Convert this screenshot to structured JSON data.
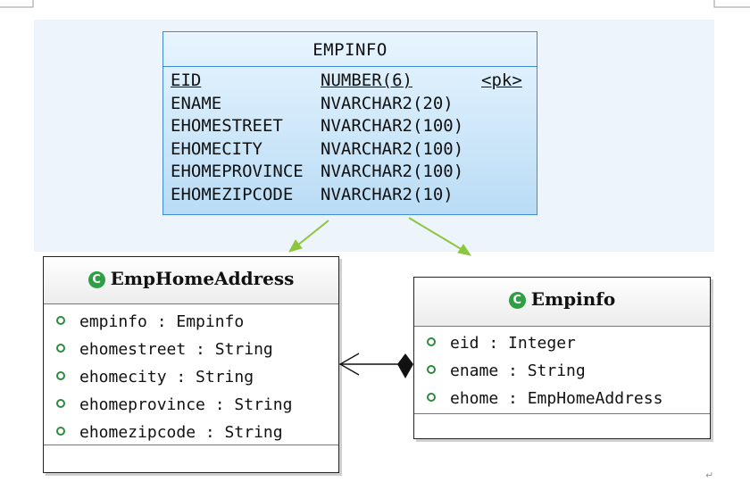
{
  "colors": {
    "table_border": "#3d8bd6",
    "table_fill": "#b9dcf5",
    "arrow": "#8cc63f",
    "class_icon": "#2f9e44"
  },
  "er_table": {
    "title": "EMPINFO",
    "rows": [
      {
        "column": "EID",
        "type": "NUMBER(6)",
        "key": "<pk>"
      },
      {
        "column": "ENAME",
        "type": "NVARCHAR2(20)",
        "key": ""
      },
      {
        "column": "EHOMESTREET",
        "type": "NVARCHAR2(100)",
        "key": ""
      },
      {
        "column": "EHOMECITY",
        "type": "NVARCHAR2(100)",
        "key": ""
      },
      {
        "column": "EHOMEPROVINCE",
        "type": "NVARCHAR2(100)",
        "key": ""
      },
      {
        "column": "EHOMEZIPCODE",
        "type": "NVARCHAR2(10)",
        "key": ""
      }
    ]
  },
  "class_emphomeaddress": {
    "icon": "class-icon",
    "icon_glyph": "C",
    "name": "EmpHomeAddress",
    "attributes": [
      "empinfo : Empinfo",
      "ehomestreet : String",
      "ehomecity : String",
      "ehomeprovince : String",
      "ehomezipcode : String"
    ]
  },
  "class_empinfo": {
    "icon": "class-icon",
    "icon_glyph": "C",
    "name": "Empinfo",
    "attributes": [
      "eid : Integer",
      "ename : String",
      "ehome : EmpHomeAddress"
    ]
  },
  "return_mark": "↵"
}
